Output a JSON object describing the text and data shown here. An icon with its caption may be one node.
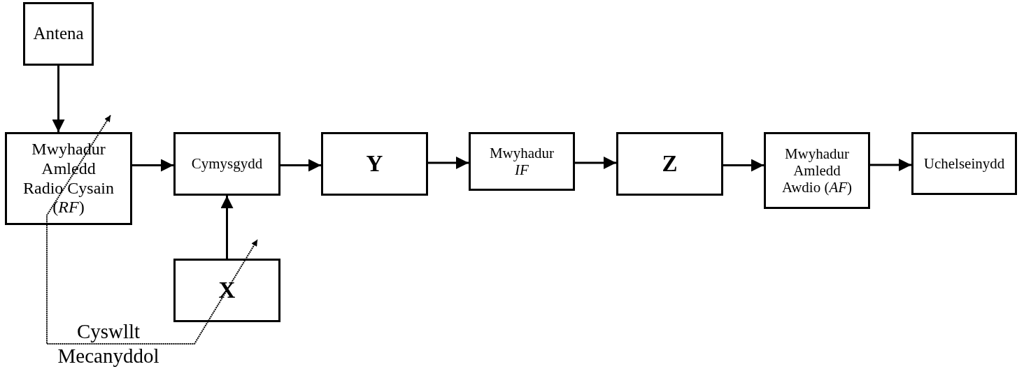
{
  "diagram": {
    "nodes": [
      {
        "text": [
          "Antena"
        ]
      },
      {
        "text": [
          "Mwyhadur Amledd Radio Cysain (*RF*)"
        ]
      },
      {
        "text": [
          "Cymysgydd"
        ]
      },
      {
        "text": [
          "Y"
        ]
      },
      {
        "text": [
          "Mwyhadur *IF*"
        ]
      },
      {
        "text": [
          "Z"
        ]
      },
      {
        "text": [
          "Mwyhadur Amledd Awdio (*AF*)"
        ]
      },
      {
        "text": [
          "Uchelseinydd"
        ]
      },
      {
        "text": [
          "X"
        ]
      }
    ],
    "edges": [
      {
        "from": 0,
        "to": 1,
        "arrow": "to"
      },
      {
        "from": 1,
        "to": 2,
        "arrow": "to"
      },
      {
        "from": 2,
        "to": 3,
        "arrow": "to"
      },
      {
        "from": 3,
        "to": 4,
        "arrow": "to"
      },
      {
        "from": 4,
        "to": 5,
        "arrow": "to"
      },
      {
        "from": 5,
        "to": 6,
        "arrow": "to"
      },
      {
        "from": 6,
        "to": 7,
        "arrow": "to"
      },
      {
        "from": 8,
        "to": 2,
        "arrow": "to"
      },
      {
        "from": 1,
        "to": 8,
        "arrow": "both",
        "style": "dashed",
        "label": "Cyswllt Mecanyddol"
      }
    ]
  }
}
